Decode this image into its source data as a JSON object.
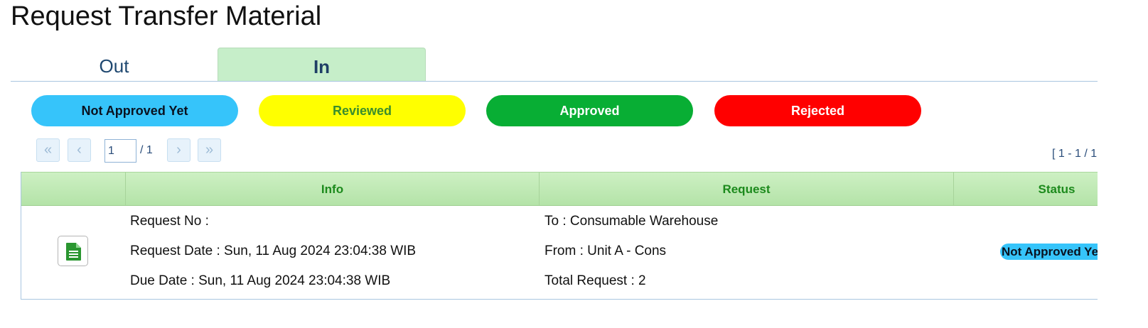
{
  "page": {
    "title": "Request Transfer Material"
  },
  "tabs": [
    {
      "label": "Out",
      "active": false
    },
    {
      "label": "In",
      "active": true
    }
  ],
  "status_filters": [
    {
      "label": "Not Approved Yet",
      "color": "#36c4fa"
    },
    {
      "label": "Reviewed",
      "color": "#ffff00"
    },
    {
      "label": "Approved",
      "color": "#08ae34"
    },
    {
      "label": "Rejected",
      "color": "#ff0000"
    }
  ],
  "pagination": {
    "first_icon": "double-chevron-left-icon",
    "prev_icon": "chevron-left-icon",
    "next_icon": "chevron-right-icon",
    "last_icon": "double-chevron-right-icon",
    "current_page": "1",
    "total_pages": "/ 1",
    "range_text": "[ 1 - 1 / 1"
  },
  "table": {
    "columns": [
      "",
      "Info",
      "Request",
      "Status"
    ],
    "rows": [
      {
        "action_icon": "document-icon",
        "request_no_label": "Request No :",
        "request_no_value": "",
        "request_date_label": "Request Date :",
        "request_date_value": "Sun, 11 Aug 2024 23:04:38 WIB",
        "due_date_label": "Due Date :",
        "due_date_value": "Sun, 11 Aug 2024 23:04:38 WIB",
        "to_label": "To :",
        "to_value": "Consumable Warehouse",
        "from_label": "From :",
        "from_value": "Unit A - Cons",
        "total_label": "Total Request :",
        "total_value": "2",
        "status": "Not Approved Yet"
      }
    ]
  }
}
